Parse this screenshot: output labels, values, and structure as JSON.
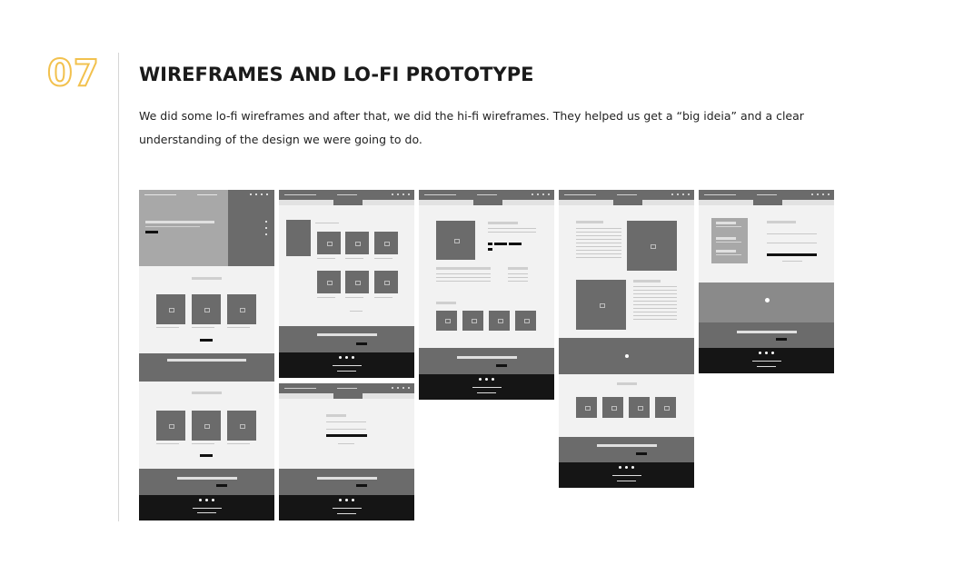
{
  "section": {
    "number": "07",
    "title": "WIREFRAMES AND LO-FI PROTOTYPE",
    "description": "We did some lo-fi wireframes and after that, we did the hi-fi wireframes. They helped us get a “big ideia” and a clear understanding of the design we were going to do."
  },
  "colors": {
    "number_outline": "#f2c14e",
    "wire_light": "#f2f2f2",
    "wire_mid": "#6b6b6b",
    "wire_dark": "#151515"
  }
}
